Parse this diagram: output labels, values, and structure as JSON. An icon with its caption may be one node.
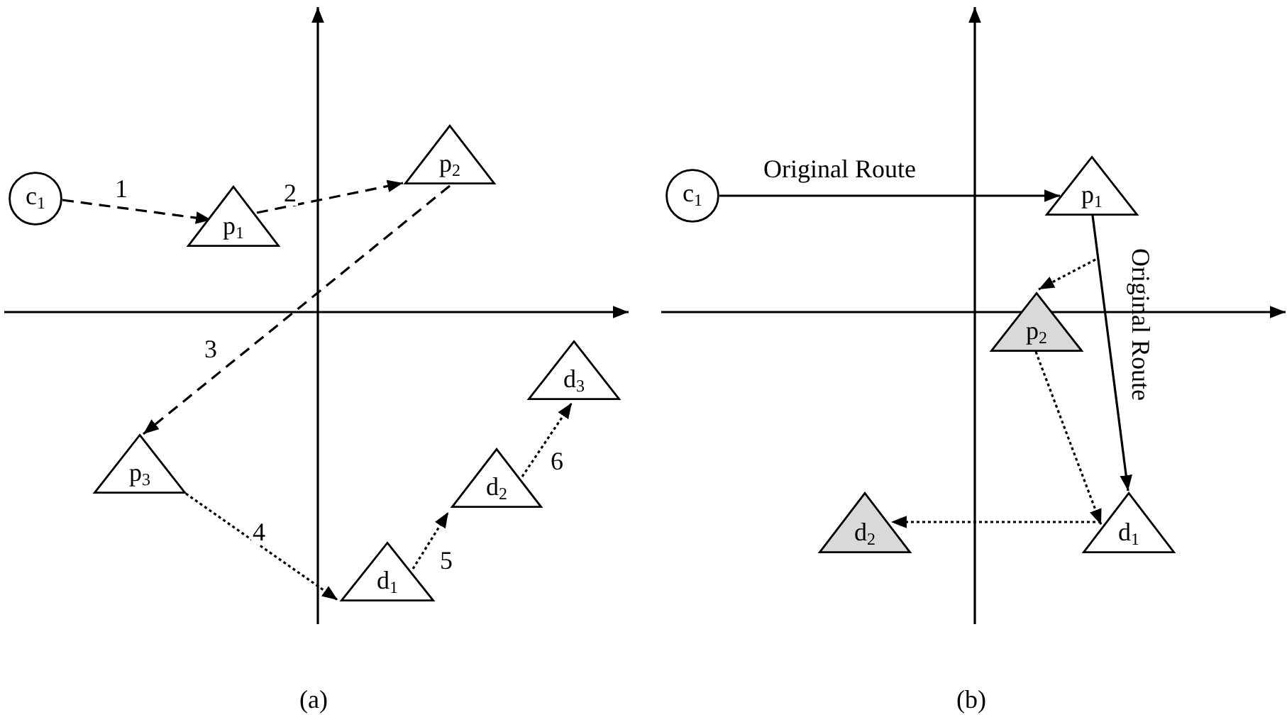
{
  "diagram": {
    "nodes": [
      {
        "text": [
          "c$_{1}$"
        ]
      },
      {
        "text": [
          "p$_{1}$"
        ]
      },
      {
        "text": [
          "p$_{2}$"
        ]
      },
      {
        "text": [
          "p$_{3}$"
        ]
      },
      {
        "text": [
          "d$_{1}$"
        ]
      },
      {
        "text": [
          "d$_{2}$"
        ]
      },
      {
        "text": [
          "d$_{3}$"
        ]
      },
      {
        "text": [
          "c$_{1}$"
        ]
      },
      {
        "text": [
          "p$_{1}$"
        ]
      },
      {
        "text": [
          "p$_{2}$"
        ]
      },
      {
        "text": [
          "d$_{1}$"
        ]
      },
      {
        "text": [
          "d$_{2}$"
        ]
      }
    ],
    "edges": [
      {
        "from": 0,
        "to": 1,
        "arrow": "to",
        "label": "1",
        "style": "dashed"
      },
      {
        "from": 1,
        "to": 2,
        "arrow": "to",
        "label": "2",
        "style": "dashed"
      },
      {
        "from": 2,
        "to": 3,
        "arrow": "to",
        "label": "3",
        "style": "dashed"
      },
      {
        "from": 3,
        "to": 4,
        "arrow": "to",
        "label": "4",
        "style": "dashed"
      },
      {
        "from": 4,
        "to": 5,
        "arrow": "to",
        "label": "5",
        "style": "dashed"
      },
      {
        "from": 5,
        "to": 6,
        "arrow": "to",
        "label": "6",
        "style": "dashed"
      },
      {
        "from": 7,
        "to": 8,
        "arrow": "to",
        "label": "Original Route"
      },
      {
        "from": 8,
        "to": 10,
        "arrow": "to",
        "label": "Original Route"
      },
      {
        "from": 8,
        "to": 9,
        "arrow": "to",
        "style": "dashed"
      },
      {
        "from": 9,
        "to": 10,
        "arrow": "to",
        "style": "dashed"
      },
      {
        "from": 10,
        "to": 11,
        "arrow": "to",
        "style": "dashed"
      }
    ],
    "labels": [
      "(a)",
      "(b)"
    ]
  }
}
